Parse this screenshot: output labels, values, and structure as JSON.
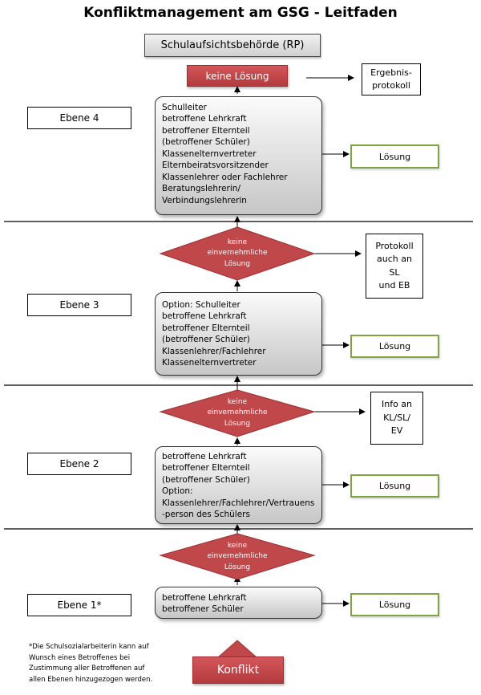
{
  "title": "Konfliktmanagement am GSG - Leitfaden",
  "top_box": "Schulaufsichtsbehörde (RP)",
  "keine_loesung": "keine Lösung",
  "ergebnis": [
    "Ergebnis-",
    "protokoll"
  ],
  "levels": [
    {
      "label": "Ebene 4",
      "participants": [
        "Schulleiter",
        "betroffene Lehrkraft",
        "betroffener Elternteil",
        "(betroffener Schüler)",
        "Klassenelternvertreter",
        "Elternbeiratsvorsitzender",
        "Klassenlehrer oder Fachlehrer",
        "Beratungslehrerin/",
        "Verbindungslehrerin"
      ],
      "result": "Lösung"
    },
    {
      "label": "Ebene 3",
      "participants": [
        "Option: Schulleiter",
        "betroffene Lehrkraft",
        "betroffener Elternteil",
        "(betroffener Schüler)",
        "Klassenlehrer/Fachlehrer",
        "Klassenelternvertreter"
      ],
      "result": "Lösung"
    },
    {
      "label": "Ebene 2",
      "participants": [
        "betroffene Lehrkraft",
        "betroffener Elternteil",
        "(betroffener Schüler)",
        "Option:",
        "Klassenlehrer/Fachlehrer/Vertrauens",
        "-person des Schülers"
      ],
      "result": "Lösung"
    },
    {
      "label": "Ebene 1*",
      "participants": [
        "betroffene Lehrkraft",
        "betroffener Schüler"
      ],
      "result": "Lösung"
    }
  ],
  "diamonds": [
    {
      "lines": [
        "keine",
        "einvernehmliche",
        "Lösung"
      ],
      "note": [
        "Protokoll",
        "auch an",
        "SL",
        "und EB"
      ]
    },
    {
      "lines": [
        "keine",
        "einvernehmliche",
        "Lösung"
      ],
      "note": [
        "Info an",
        "KL/SL/",
        "EV"
      ]
    },
    {
      "lines": [
        "keine",
        "einvernehmliche",
        "Lösung"
      ],
      "note": []
    }
  ],
  "start": "Konflikt",
  "footnote": [
    "*Die Schulsozialarbeiterin kann auf",
    "Wunsch eines Betroffenes bei",
    "Zustimmung aller Betroffenen auf",
    "allen Ebenen hinzugezogen werden."
  ],
  "colors": {
    "red": "#c0474a",
    "green_border": "#7ba640",
    "gray_box": "#d9d9d9"
  }
}
